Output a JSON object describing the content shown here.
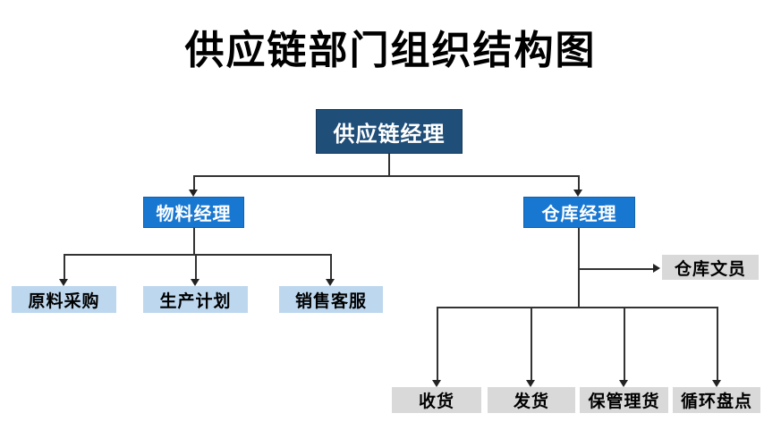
{
  "title": "供应链部门组织结构图",
  "palette": {
    "root_box_bg": "#1F4E79",
    "manager_box_bg": "#1877D0",
    "light_blue_box_bg": "#BDD7EE",
    "gray_box_bg": "#D9D9D9",
    "connector_color": "#333333",
    "text_on_blue": "#FFFFFF",
    "text_on_light": "#000000",
    "title_color": "#000000"
  },
  "org": {
    "root": {
      "label": "供应链经理",
      "children": [
        {
          "label": "物料经理",
          "children": [
            {
              "label": "原料采购"
            },
            {
              "label": "生产计划"
            },
            {
              "label": "销售客服"
            }
          ]
        },
        {
          "label": "仓库经理",
          "side_child": {
            "label": "仓库文员"
          },
          "children": [
            {
              "label": "收货"
            },
            {
              "label": "发货"
            },
            {
              "label": "保管理货"
            },
            {
              "label": "循环盘点"
            }
          ]
        }
      ]
    }
  }
}
